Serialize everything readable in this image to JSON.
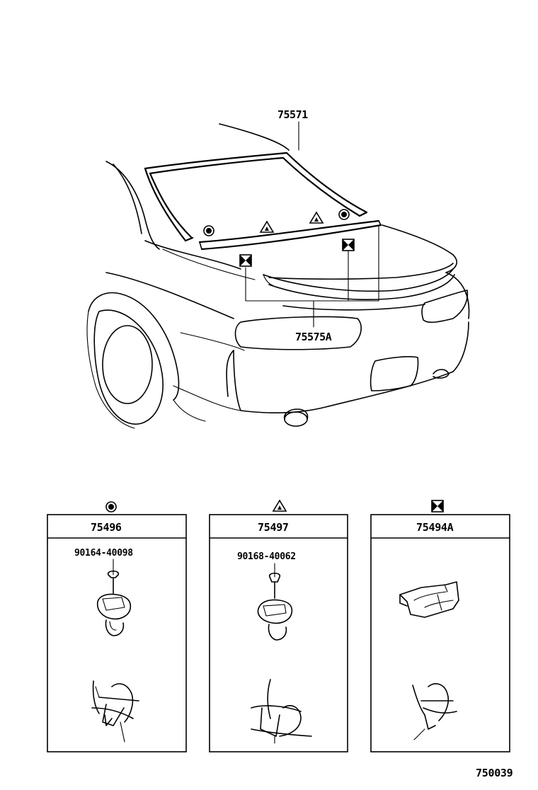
{
  "diagram": {
    "callouts": {
      "molding_main": "75571",
      "molding_spoiler": "75575A"
    },
    "figure_id": "750039"
  },
  "boxes": [
    {
      "part_no": "75496",
      "sub_part": "90164-40098",
      "symbol": "circle-symbol"
    },
    {
      "part_no": "75497",
      "sub_part": "90168-40062",
      "symbol": "triangle-symbol"
    },
    {
      "part_no": "75494A",
      "sub_part": "",
      "symbol": "bowtie-square-symbol"
    }
  ]
}
